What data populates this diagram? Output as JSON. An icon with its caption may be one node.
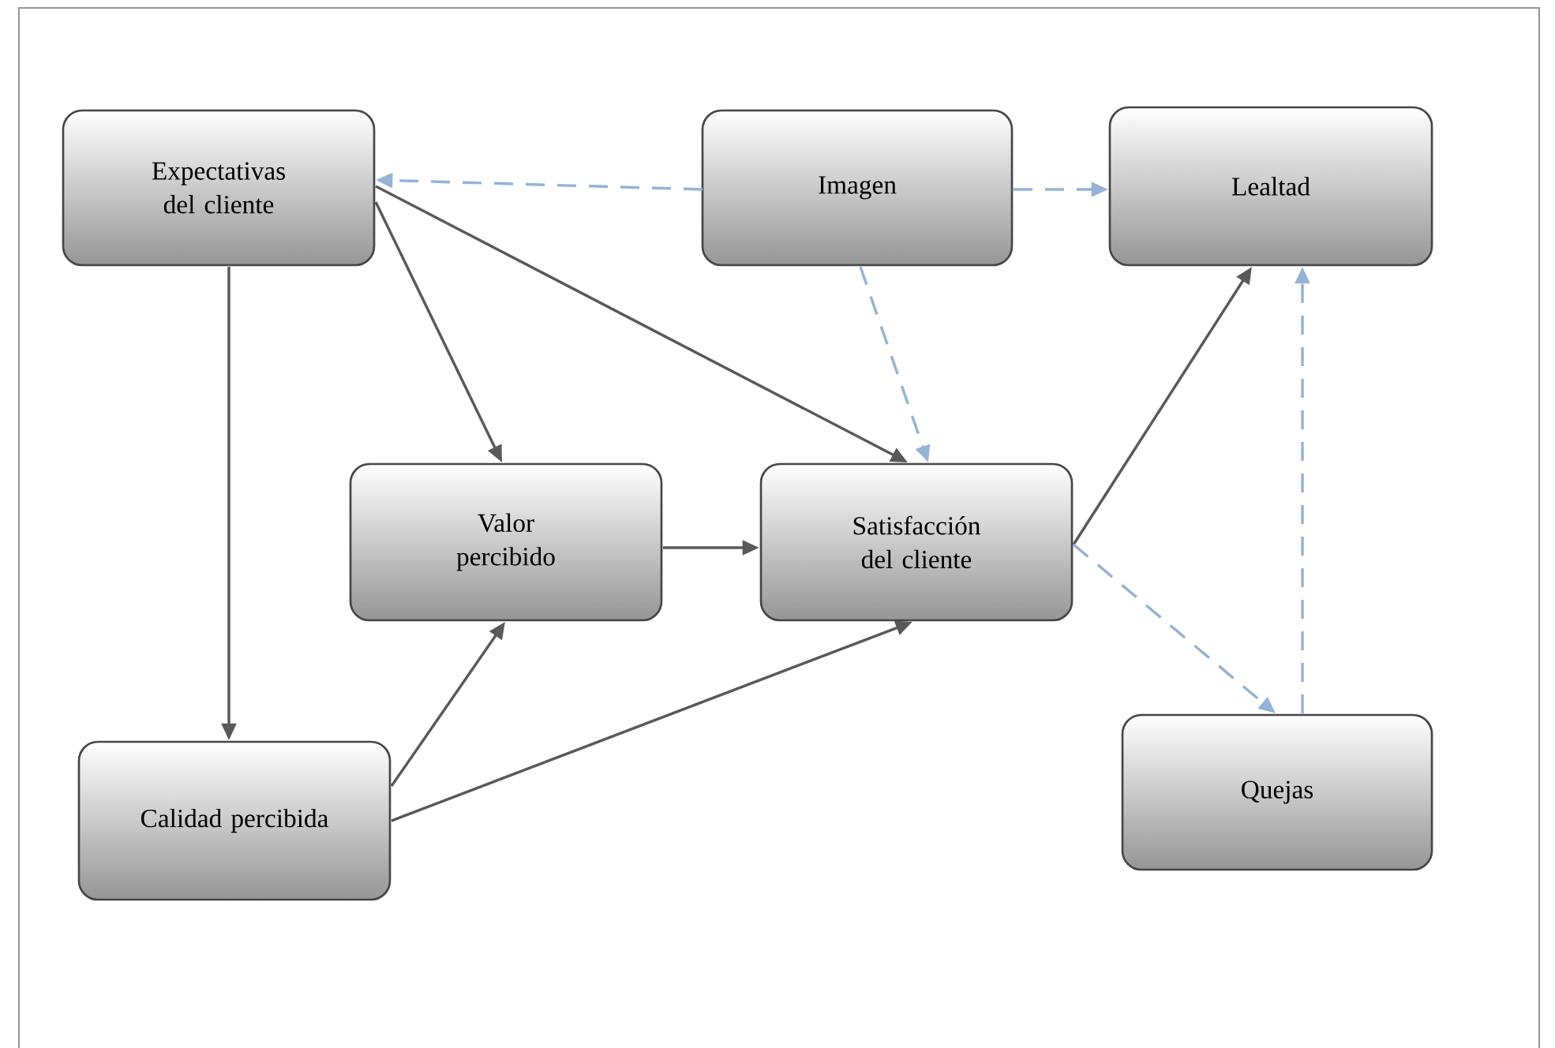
{
  "diagram": {
    "nodes": [
      {
        "text": [
          "Expectativas del cliente"
        ]
      },
      {
        "text": [
          "Imagen"
        ]
      },
      {
        "text": [
          "Lealtad"
        ]
      },
      {
        "text": [
          "Valor percibido"
        ]
      },
      {
        "text": [
          "Satisfacción del cliente"
        ]
      },
      {
        "text": [
          "Calidad percibida"
        ]
      },
      {
        "text": [
          "Quejas"
        ]
      }
    ],
    "edges": [
      {
        "from": 1,
        "to": 0,
        "arrow": "to",
        "style": "dashed",
        "color": "#95b3d7"
      },
      {
        "from": 1,
        "to": 2,
        "arrow": "to",
        "style": "dashed",
        "color": "#95b3d7"
      },
      {
        "from": 1,
        "to": 4,
        "arrow": "to",
        "style": "dashed",
        "color": "#95b3d7"
      },
      {
        "from": 0,
        "to": 3,
        "arrow": "to"
      },
      {
        "from": 0,
        "to": 4,
        "arrow": "to"
      },
      {
        "from": 0,
        "to": 5,
        "arrow": "to"
      },
      {
        "from": 3,
        "to": 4,
        "arrow": "to"
      },
      {
        "from": 5,
        "to": 3,
        "arrow": "to"
      },
      {
        "from": 5,
        "to": 4,
        "arrow": "to"
      },
      {
        "from": 4,
        "to": 2,
        "arrow": "to"
      },
      {
        "from": 4,
        "to": 6,
        "arrow": "to",
        "style": "dashed",
        "color": "#95b3d7"
      },
      {
        "from": 6,
        "to": 2,
        "arrow": "to",
        "style": "dashed",
        "color": "#95b3d7"
      }
    ]
  }
}
